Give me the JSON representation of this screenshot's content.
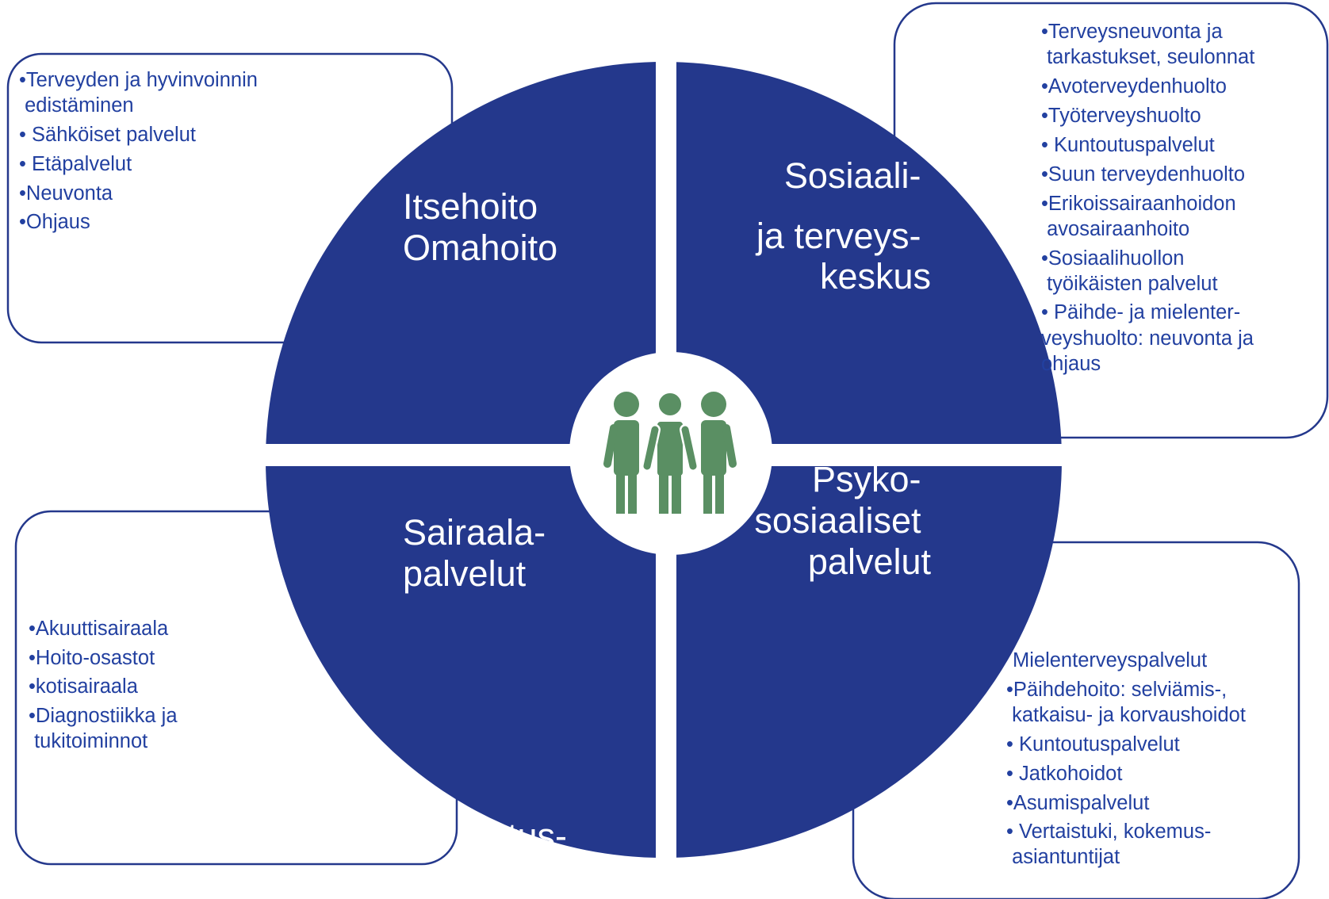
{
  "colors": {
    "quadrant": "#24388c",
    "box_border": "#24388c",
    "box_text": "#2240a0",
    "title_text": "#ffffff",
    "people_icon": "#5a8f63",
    "background": "#ffffff"
  },
  "center": {
    "icon": "people-group-icon"
  },
  "quadrants": {
    "top_left": {
      "title": [
        "Itsehoito",
        "Omahoito"
      ]
    },
    "top_right": {
      "title": [
        "Sosiaali-",
        "ja terveys-",
        "keskus"
      ]
    },
    "bottom_left": {
      "title": [
        "Sairaala-",
        "palvelut"
      ],
      "clipped_fragment": "tus-"
    },
    "bottom_right": {
      "title": [
        "Psyko-",
        "sosiaaliset",
        "palvelut"
      ]
    }
  },
  "boxes": {
    "top_left": {
      "lines": [
        "•Terveyden ja hyvinvoinnin",
        " edistäminen",
        "• Sähköiset palvelut",
        "• Etäpalvelut",
        "•Neuvonta",
        "•Ohjaus"
      ]
    },
    "top_right": {
      "lines": [
        "•Terveysneuvonta ja",
        " tarkastukset, seulonnat",
        "•Avoterveydenhuolto",
        "•Työterveyshuolto",
        "• Kuntoutuspalvelut",
        "•Suun terveydenhuolto",
        "•Erikoissairaanhoidon",
        " avosairaanhoito",
        "•Sosiaalihuollon",
        " työikäisten palvelut",
        "• Päihde- ja mielenter-",
        "veyshuolto: neuvonta ja",
        "ohjaus"
      ]
    },
    "bottom_left": {
      "lines": [
        "•Akuuttisairaala",
        "•Hoito-osastot",
        "•kotisairaala",
        "•Diagnostiikka ja",
        " tukitoiminnot"
      ]
    },
    "bottom_right": {
      "lines": [
        "Mielenterveyspalvelut",
        "•Päihdehoito: selviämis-,",
        " katkaisu- ja korvaushoidot",
        "• Kuntoutuspalvelut",
        "• Jatkohoidot",
        "•Asumispalvelut",
        "• Vertaistuki, kokemus-",
        " asiantuntijat"
      ]
    }
  }
}
